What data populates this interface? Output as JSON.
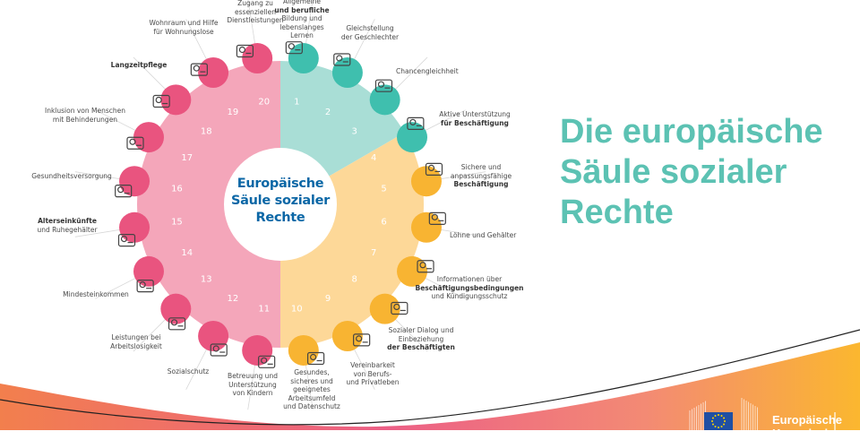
{
  "title": {
    "lines": [
      "Die europäische",
      "Säule sozialer",
      "Rechte"
    ]
  },
  "center": {
    "lines": [
      "Europäische",
      "Säule sozialer",
      "Rechte"
    ]
  },
  "logo": {
    "lines": [
      "Europäische",
      "Kommission"
    ]
  },
  "colors": {
    "teal": "#3fbfae",
    "teal_light": "#a9ded6",
    "yellow": "#f8b432",
    "yellow_light": "#fdd898",
    "pink": "#e9547f",
    "pink_light": "#f4a6ba",
    "title": "#5cc2b3",
    "center_text": "#0b67a6"
  },
  "principles": [
    {
      "n": "1",
      "group": "teal",
      "icon": "graduation-board-icon",
      "lines": [
        {
          "t": "Allgemeine"
        },
        {
          "t": "und berufliche",
          "b": true
        },
        {
          "t": "Bildung und"
        },
        {
          "t": "lebenslanges"
        },
        {
          "t": "Lernen"
        }
      ]
    },
    {
      "n": "2",
      "group": "teal",
      "icon": "gender-scale-icon",
      "lines": [
        {
          "t": "Gleichstellung"
        },
        {
          "t": "der Geschlechter"
        }
      ]
    },
    {
      "n": "3",
      "group": "teal",
      "icon": "helping-stairs-icon",
      "lines": [
        {
          "t": "Chancengleichheit"
        }
      ]
    },
    {
      "n": "4",
      "group": "teal",
      "icon": "presentation-icon",
      "lines": [
        {
          "t": "Aktive Unterstützung"
        },
        {
          "t": "für Beschäftigung",
          "b": true
        }
      ]
    },
    {
      "n": "5",
      "group": "yellow",
      "icon": "workers-icon",
      "lines": [
        {
          "t": "Sichere und"
        },
        {
          "t": "anpassungsfähige"
        },
        {
          "t": "Beschäftigung",
          "b": true
        }
      ]
    },
    {
      "n": "6",
      "group": "yellow",
      "icon": "coins-growth-icon",
      "lines": [
        {
          "t": "Löhne und Gehälter"
        }
      ]
    },
    {
      "n": "7",
      "group": "yellow",
      "icon": "info-shield-icon",
      "lines": [
        {
          "t": "Informationen über"
        },
        {
          "t": "Beschäftigungsbedingungen",
          "b": true
        },
        {
          "t": "und Kündigungsschutz"
        }
      ]
    },
    {
      "n": "8",
      "group": "yellow",
      "icon": "handshake-icon",
      "lines": [
        {
          "t": "Sozialer Dialog und"
        },
        {
          "t": "Einbeziehung"
        },
        {
          "t": "der Beschäftigten",
          "b": true
        }
      ]
    },
    {
      "n": "9",
      "group": "yellow",
      "icon": "parent-child-briefcase-icon",
      "lines": [
        {
          "t": "Vereinbarkeit"
        },
        {
          "t": "von Berufs-"
        },
        {
          "t": "und Privatleben"
        }
      ]
    },
    {
      "n": "10",
      "group": "yellow",
      "icon": "safety-worker-icon",
      "lines": [
        {
          "t": "Gesundes,"
        },
        {
          "t": "sicheres und"
        },
        {
          "t": "geeignetes"
        },
        {
          "t": "Arbeitsumfeld"
        },
        {
          "t": "und Datenschutz"
        }
      ]
    },
    {
      "n": "11",
      "group": "pink",
      "icon": "mother-child-icon",
      "lines": [
        {
          "t": "Betreuung und"
        },
        {
          "t": "Unterstützung"
        },
        {
          "t": "von Kindern"
        }
      ]
    },
    {
      "n": "12",
      "group": "pink",
      "icon": "protected-workers-icon",
      "lines": [
        {
          "t": "Sozialschutz"
        }
      ]
    },
    {
      "n": "13",
      "group": "pink",
      "icon": "umbrella-family-icon",
      "lines": [
        {
          "t": "Leistungen bei"
        },
        {
          "t": "Arbeitslosigkeit"
        }
      ]
    },
    {
      "n": "14",
      "group": "pink",
      "icon": "coins-hand-icon",
      "lines": [
        {
          "t": "Mindesteinkommen"
        }
      ]
    },
    {
      "n": "15",
      "group": "pink",
      "icon": "pension-document-icon",
      "lines": [
        {
          "t": "Alterseinkünfte",
          "b": true
        },
        {
          "t": "und Ruhegehälter"
        }
      ]
    },
    {
      "n": "16",
      "group": "pink",
      "icon": "medical-kit-icon",
      "lines": [
        {
          "t": "Gesundheitsversorgung"
        }
      ]
    },
    {
      "n": "17",
      "group": "pink",
      "icon": "wheelchair-desk-icon",
      "lines": [
        {
          "t": "Inklusion von Menschen"
        },
        {
          "t": "mit Behinderungen"
        }
      ]
    },
    {
      "n": "18",
      "group": "pink",
      "icon": "elderly-walker-icon",
      "lines": [
        {
          "t": "Langzeitpflege",
          "b": true
        }
      ]
    },
    {
      "n": "19",
      "group": "pink",
      "icon": "house-bed-icon",
      "lines": [
        {
          "t": "Wohnraum und Hilfe"
        },
        {
          "t": "für Wohnungslose"
        }
      ]
    },
    {
      "n": "20",
      "group": "pink",
      "icon": "lightbulb-hand-icon",
      "lines": [
        {
          "t": "Zugang zu"
        },
        {
          "t": "essenziellen"
        },
        {
          "t": "Dienstleistungen"
        }
      ]
    }
  ]
}
